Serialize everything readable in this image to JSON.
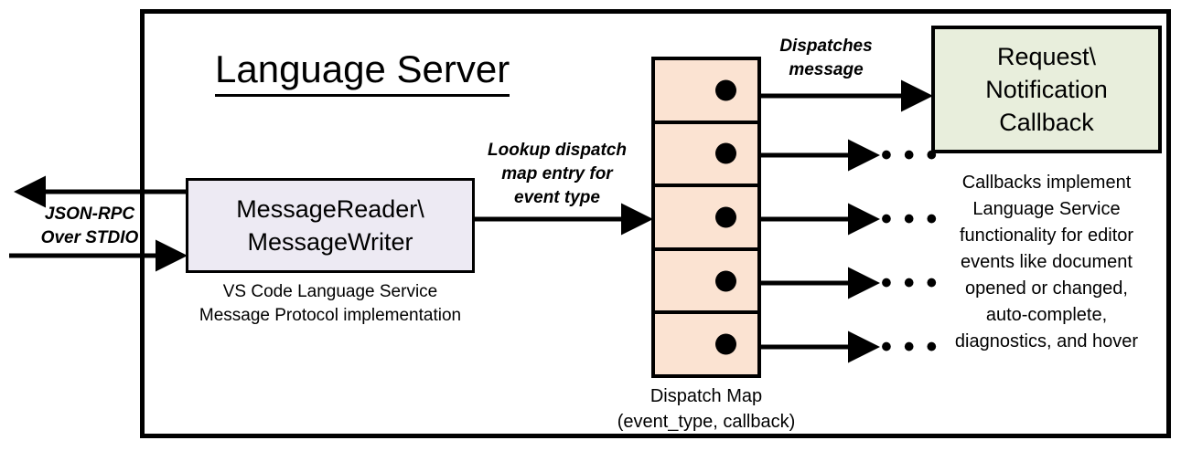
{
  "diagram": {
    "title": "Language Server",
    "frame_name": "language-server-boundary"
  },
  "external_io": {
    "label_line1": "JSON-RPC",
    "label_line2": "Over STDIO",
    "outbound_arrow_name": "outbound-jsonrpc-arrow",
    "inbound_arrow_name": "inbound-jsonrpc-arrow"
  },
  "reader_writer": {
    "title_line1": "MessageReader\\",
    "title_line2": "MessageWriter",
    "caption_line1": "VS Code Language Service",
    "caption_line2": "Message Protocol implementation",
    "fill": "#EDEAF3"
  },
  "lookup": {
    "line1": "Lookup dispatch",
    "line2": "map entry for",
    "line3": "event type"
  },
  "dispatch_map": {
    "caption_line1": "Dispatch Map",
    "caption_line2": "(event_type, callback)",
    "fill": "#FBE3D2",
    "cells": [
      {
        "name": "dispatch-map-cell-1",
        "dot": "callback-dot-1"
      },
      {
        "name": "dispatch-map-cell-2",
        "dot": "callback-dot-2"
      },
      {
        "name": "dispatch-map-cell-3",
        "dot": "callback-dot-3"
      },
      {
        "name": "dispatch-map-cell-4",
        "dot": "callback-dot-4"
      },
      {
        "name": "dispatch-map-cell-5",
        "dot": "callback-dot-5"
      }
    ]
  },
  "dispatches": {
    "line1": "Dispatches",
    "line2": "message"
  },
  "callback_box": {
    "title_line1": "Request\\",
    "title_line2": "Notification",
    "title_line3": "Callback",
    "fill": "#E8EEDC",
    "caption_line1": "Callbacks implement",
    "caption_line2": "Language Service",
    "caption_line3": "functionality for editor",
    "caption_line4": "events like document",
    "caption_line5": "opened or changed,",
    "caption_line6": "auto-complete,",
    "caption_line7": "diagnostics, and hover"
  },
  "ellipses": {
    "glyph": "• • •"
  },
  "colors": {
    "stroke": "#000000",
    "background": "#FFFFFF"
  }
}
